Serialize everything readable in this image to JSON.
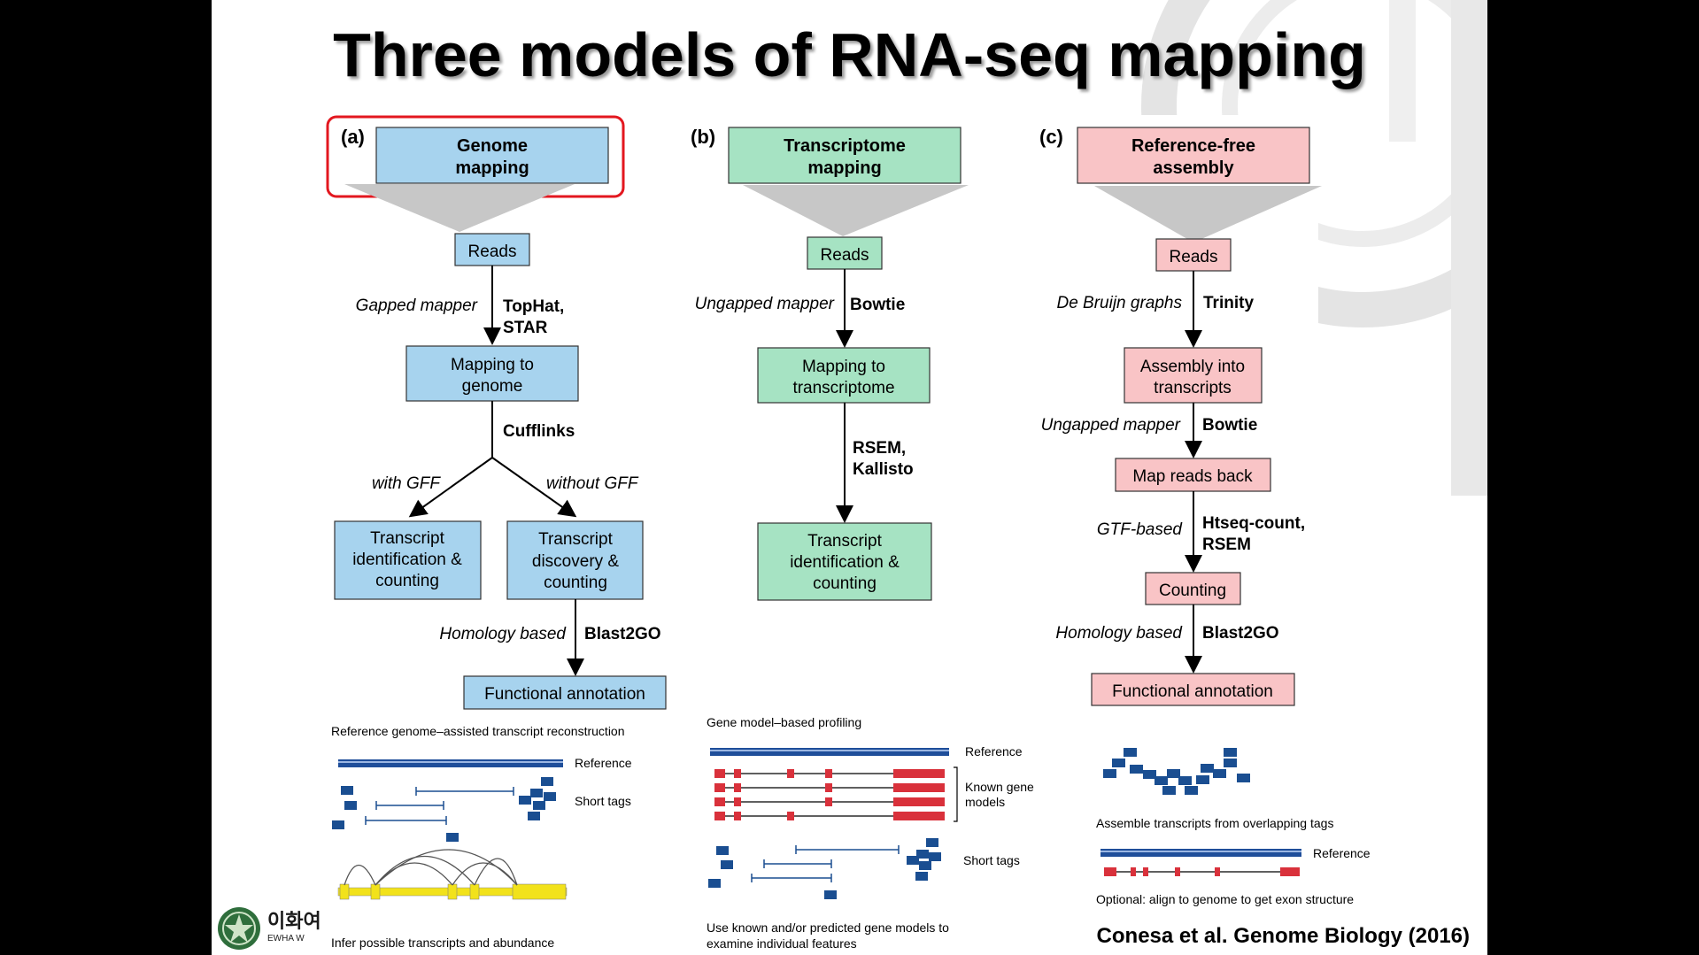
{
  "slide": {
    "title": "Three models of RNA-seq mapping",
    "citation": "Conesa et al. Genome Biology (2016)",
    "logo": {
      "korean_text": "이화여",
      "english_text": "EWHA WOM"
    },
    "highlight_color": "#e3171f"
  },
  "colors": {
    "blue_box": "#a7d3ee",
    "green_box": "#a6e3c3",
    "pink_box": "#f9c4c6",
    "reference_bar": "#1f4e9a",
    "tag": "#1a4e91",
    "exon_red": "#d9313b",
    "exon_yellow": "#f2e21b"
  },
  "panel_a": {
    "label": "(a)",
    "header": [
      "Genome",
      "mapping"
    ],
    "reads": "Reads",
    "step1_method": "Gapped mapper",
    "step1_tools": [
      "TopHat,",
      "STAR"
    ],
    "box2": [
      "Mapping to",
      "genome"
    ],
    "step2_tool": "Cufflinks",
    "branch_left": "with GFF",
    "branch_right": "without GFF",
    "box_left": [
      "Transcript",
      "identification &",
      "counting"
    ],
    "box_right": [
      "Transcript",
      "discovery &",
      "counting"
    ],
    "step3_method": "Homology based",
    "step3_tool": "Blast2GO",
    "final": "Functional annotation",
    "illus_title": "Reference genome–assisted transcript reconstruction",
    "illus_reference": "Reference",
    "illus_short_tags": "Short tags",
    "illus_caption": "Infer possible transcripts and abundance"
  },
  "panel_b": {
    "label": "(b)",
    "header": [
      "Transcriptome",
      "mapping"
    ],
    "reads": "Reads",
    "step1_method": "Ungapped mapper",
    "step1_tool": "Bowtie",
    "box2": [
      "Mapping to",
      "transcriptome"
    ],
    "step2_tools": [
      "RSEM,",
      "Kallisto"
    ],
    "box3": [
      "Transcript",
      "identification &",
      "counting"
    ],
    "illus_title": "Gene model–based profiling",
    "illus_reference": "Reference",
    "illus_known": [
      "Known gene",
      "models"
    ],
    "illus_short_tags": "Short tags",
    "illus_caption": [
      "Use known and/or predicted gene models to",
      "examine individual features"
    ]
  },
  "panel_c": {
    "label": "(c)",
    "header": [
      "Reference-free",
      "assembly"
    ],
    "reads": "Reads",
    "step1_method": "De Bruijn graphs",
    "step1_tool": "Trinity",
    "box2": [
      "Assembly into",
      "transcripts"
    ],
    "step2_method": "Ungapped mapper",
    "step2_tool": "Bowtie",
    "box3": "Map reads back",
    "step3_method": "GTF-based",
    "step3_tools": [
      "Htseq-count,",
      "RSEM"
    ],
    "box4": "Counting",
    "step4_method": "Homology based",
    "step4_tool": "Blast2GO",
    "final": "Functional annotation",
    "illus_assemble": "Assemble transcripts from overlapping tags",
    "illus_reference": "Reference",
    "illus_caption": "Optional: align to genome to get exon structure"
  }
}
